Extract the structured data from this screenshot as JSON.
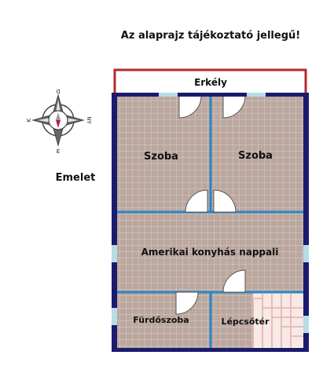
{
  "header": {
    "notice": "Az alaprajz tájékoztató jellegű!"
  },
  "floor_label": "Emelet",
  "balcony": {
    "label": "Erkély"
  },
  "rooms": {
    "left_room": "Szoba",
    "right_room": "Szoba",
    "living": "Amerikai konyhás nappali",
    "bathroom": "Fürdőszoba",
    "staircase": "Lépcsőtér"
  },
  "compass": {
    "n": "É",
    "s": "D",
    "e": "K",
    "w": "NY"
  },
  "colors": {
    "wall": "#1a1a6e",
    "inner_wall": "#2a86c8",
    "balcony_border": "#b5292f",
    "tile": "#bba79e",
    "tile_grout": "#d9cfca",
    "window": "#b7dde8",
    "stairs": "#e8b0a8"
  }
}
